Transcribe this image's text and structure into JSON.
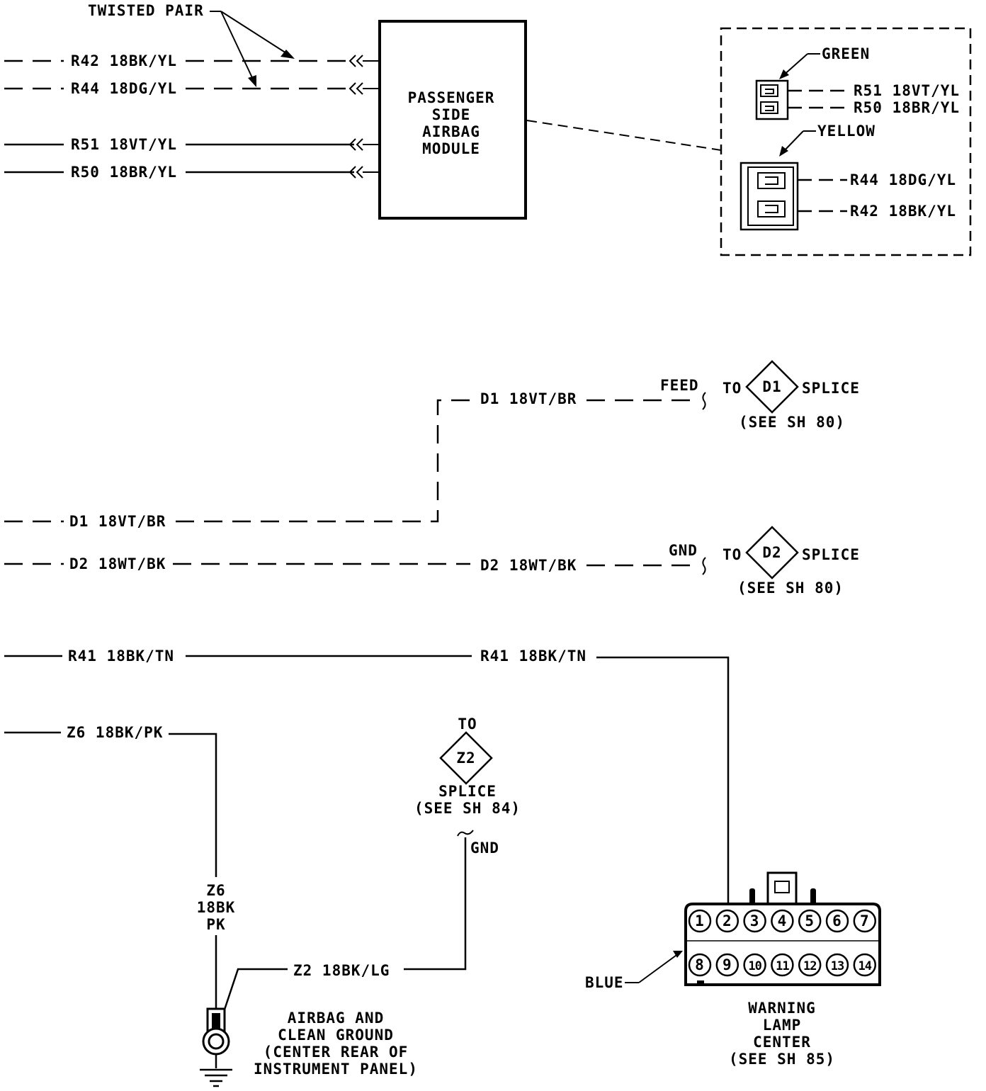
{
  "twisted_pair": "TWISTED PAIR",
  "module": {
    "lines": [
      "PASSENGER",
      "SIDE",
      "AIRBAG",
      "MODULE"
    ]
  },
  "wires_left": {
    "r42": "R42 18BK/YL",
    "r44": "R44 18DG/YL",
    "r51": "R51 18VT/YL",
    "r50": "R50 18BR/YL"
  },
  "connector_detail": {
    "green": "GREEN",
    "yellow": "YELLOW",
    "r51": "R51 18VT/YL",
    "r50": "R50 18BR/YL",
    "r44": "R44 18DG/YL",
    "r42": "R42 18BK/YL"
  },
  "d1": {
    "wire_left": "D1 18VT/BR",
    "wire_right": "D1 18VT/BR",
    "tag": "FEED",
    "to": "TO",
    "id": "D1",
    "splice": "SPLICE",
    "see": "(SEE SH 80)"
  },
  "d2": {
    "wire_left": "D2 18WT/BK",
    "wire_right": "D2 18WT/BK",
    "tag": "GND",
    "to": "TO",
    "id": "D2",
    "splice": "SPLICE",
    "see": "(SEE SH 80)"
  },
  "r41": {
    "left": "R41 18BK/TN",
    "right": "R41 18BK/TN"
  },
  "z6": {
    "label": "Z6 18BK/PK",
    "vertical": [
      "Z6",
      "18BK",
      "PK"
    ]
  },
  "z2": {
    "to": "TO",
    "id": "Z2",
    "splice": "SPLICE",
    "see": "(SEE SH 84)",
    "tag": "GND",
    "wire": "Z2 18BK/LG"
  },
  "ground": {
    "lines": [
      "AIRBAG AND",
      "CLEAN GROUND",
      "(CENTER REAR OF",
      "INSTRUMENT PANEL)"
    ]
  },
  "lamp_center": {
    "connector_color": "BLUE",
    "pins": [
      "1",
      "2",
      "3",
      "4",
      "5",
      "6",
      "7",
      "8",
      "9",
      "10",
      "11",
      "12",
      "13",
      "14"
    ],
    "lines": [
      "WARNING",
      "LAMP",
      "CENTER",
      "(SEE SH 85)"
    ]
  }
}
